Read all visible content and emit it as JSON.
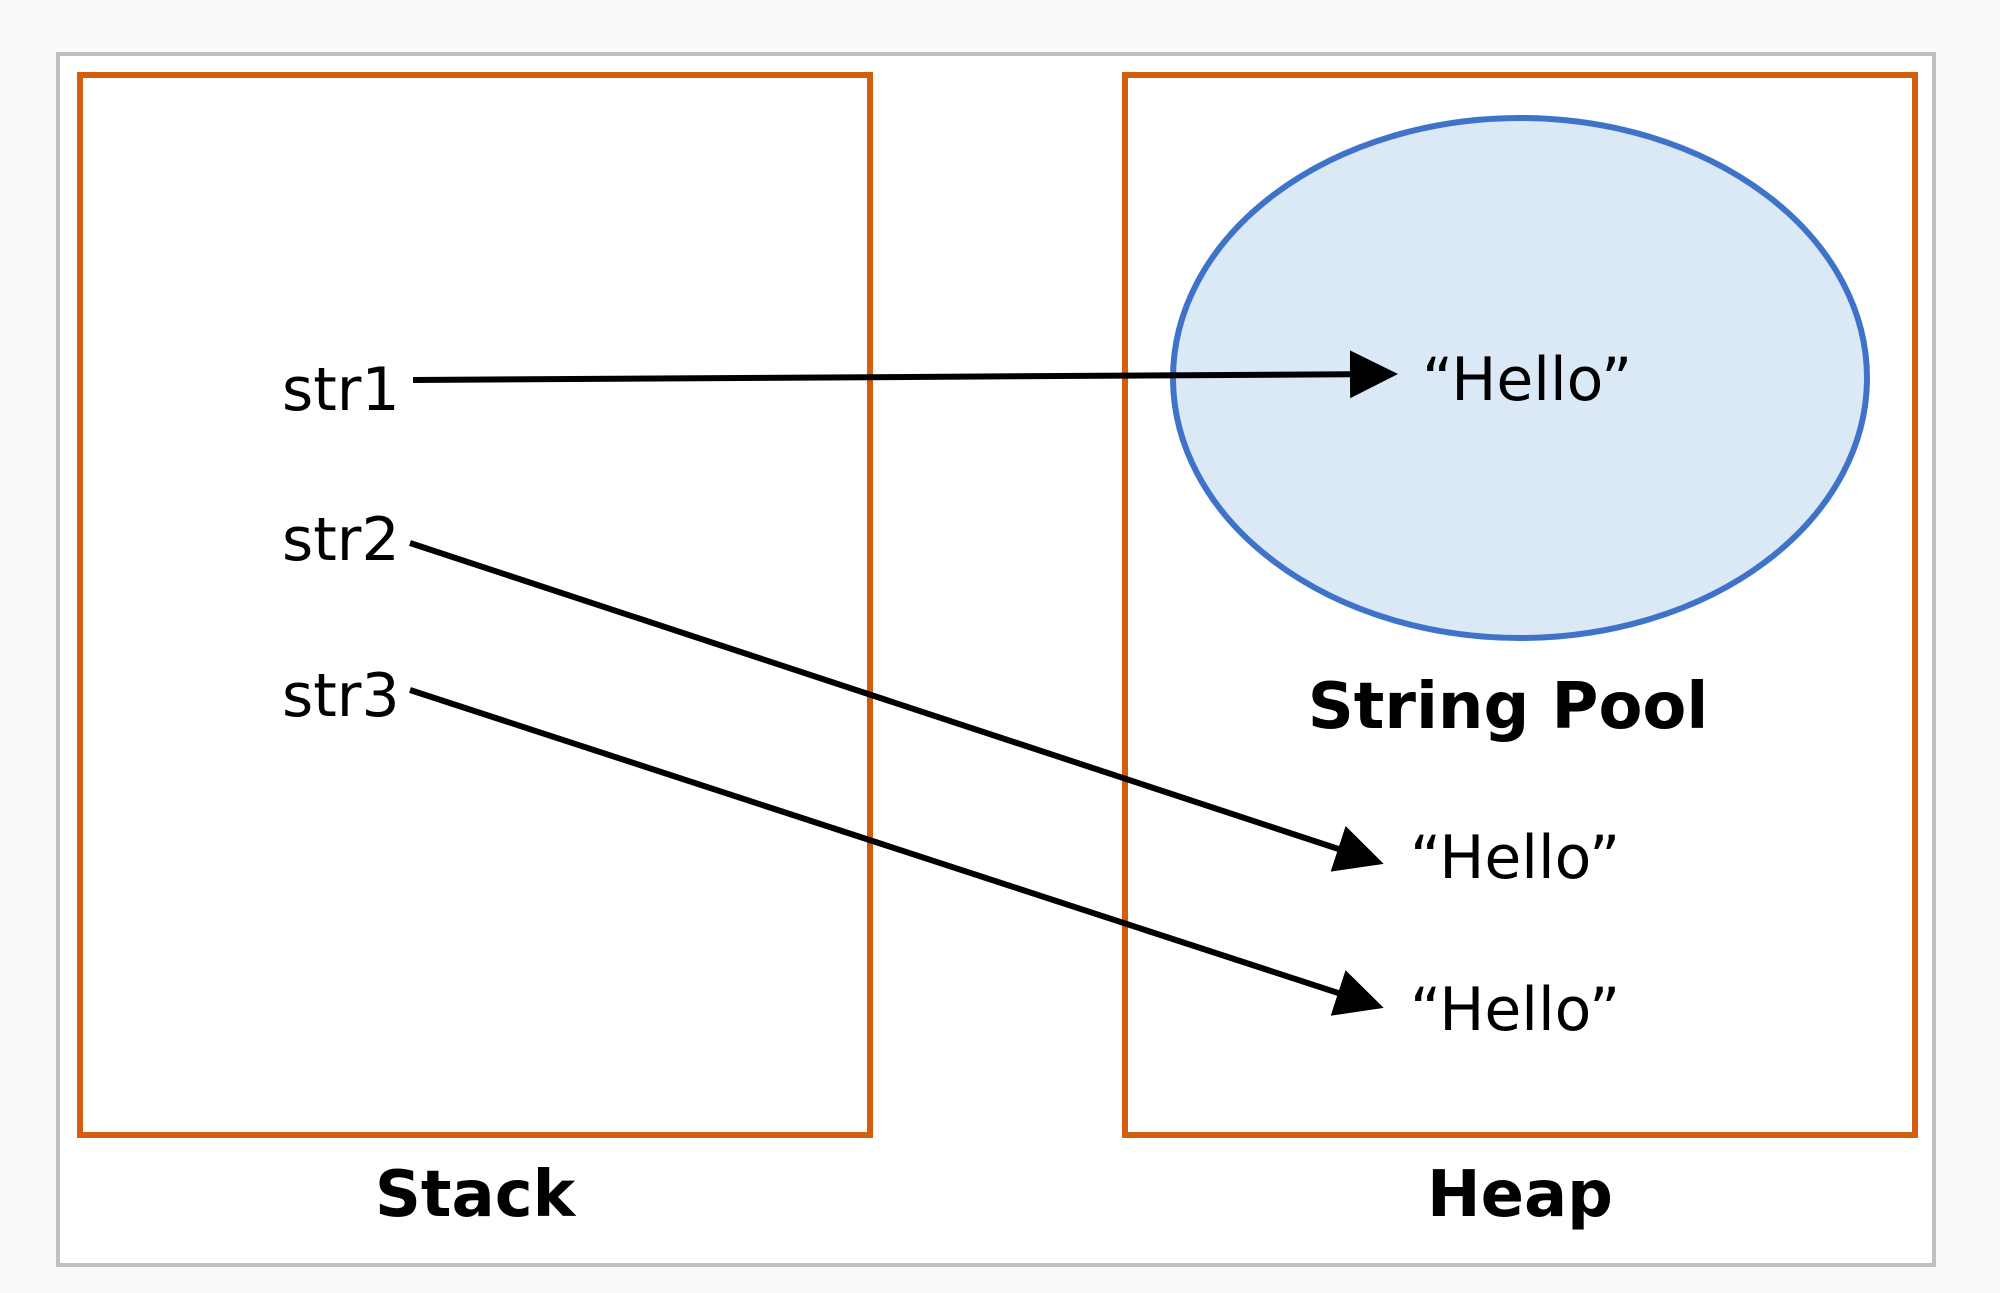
{
  "diagram": {
    "stack_label": "Stack",
    "heap_label": "Heap",
    "pool_label": "String Pool",
    "variables": [
      "str1",
      "str2",
      "str3"
    ],
    "pool_string": "“Hello”",
    "heap_strings": [
      "“Hello”",
      "“Hello”"
    ]
  },
  "colors": {
    "box_border": "#d35f0e",
    "pool_fill": "#dbe8f6",
    "pool_border": "#3f73c9",
    "frame_border": "#c0c0c0"
  }
}
